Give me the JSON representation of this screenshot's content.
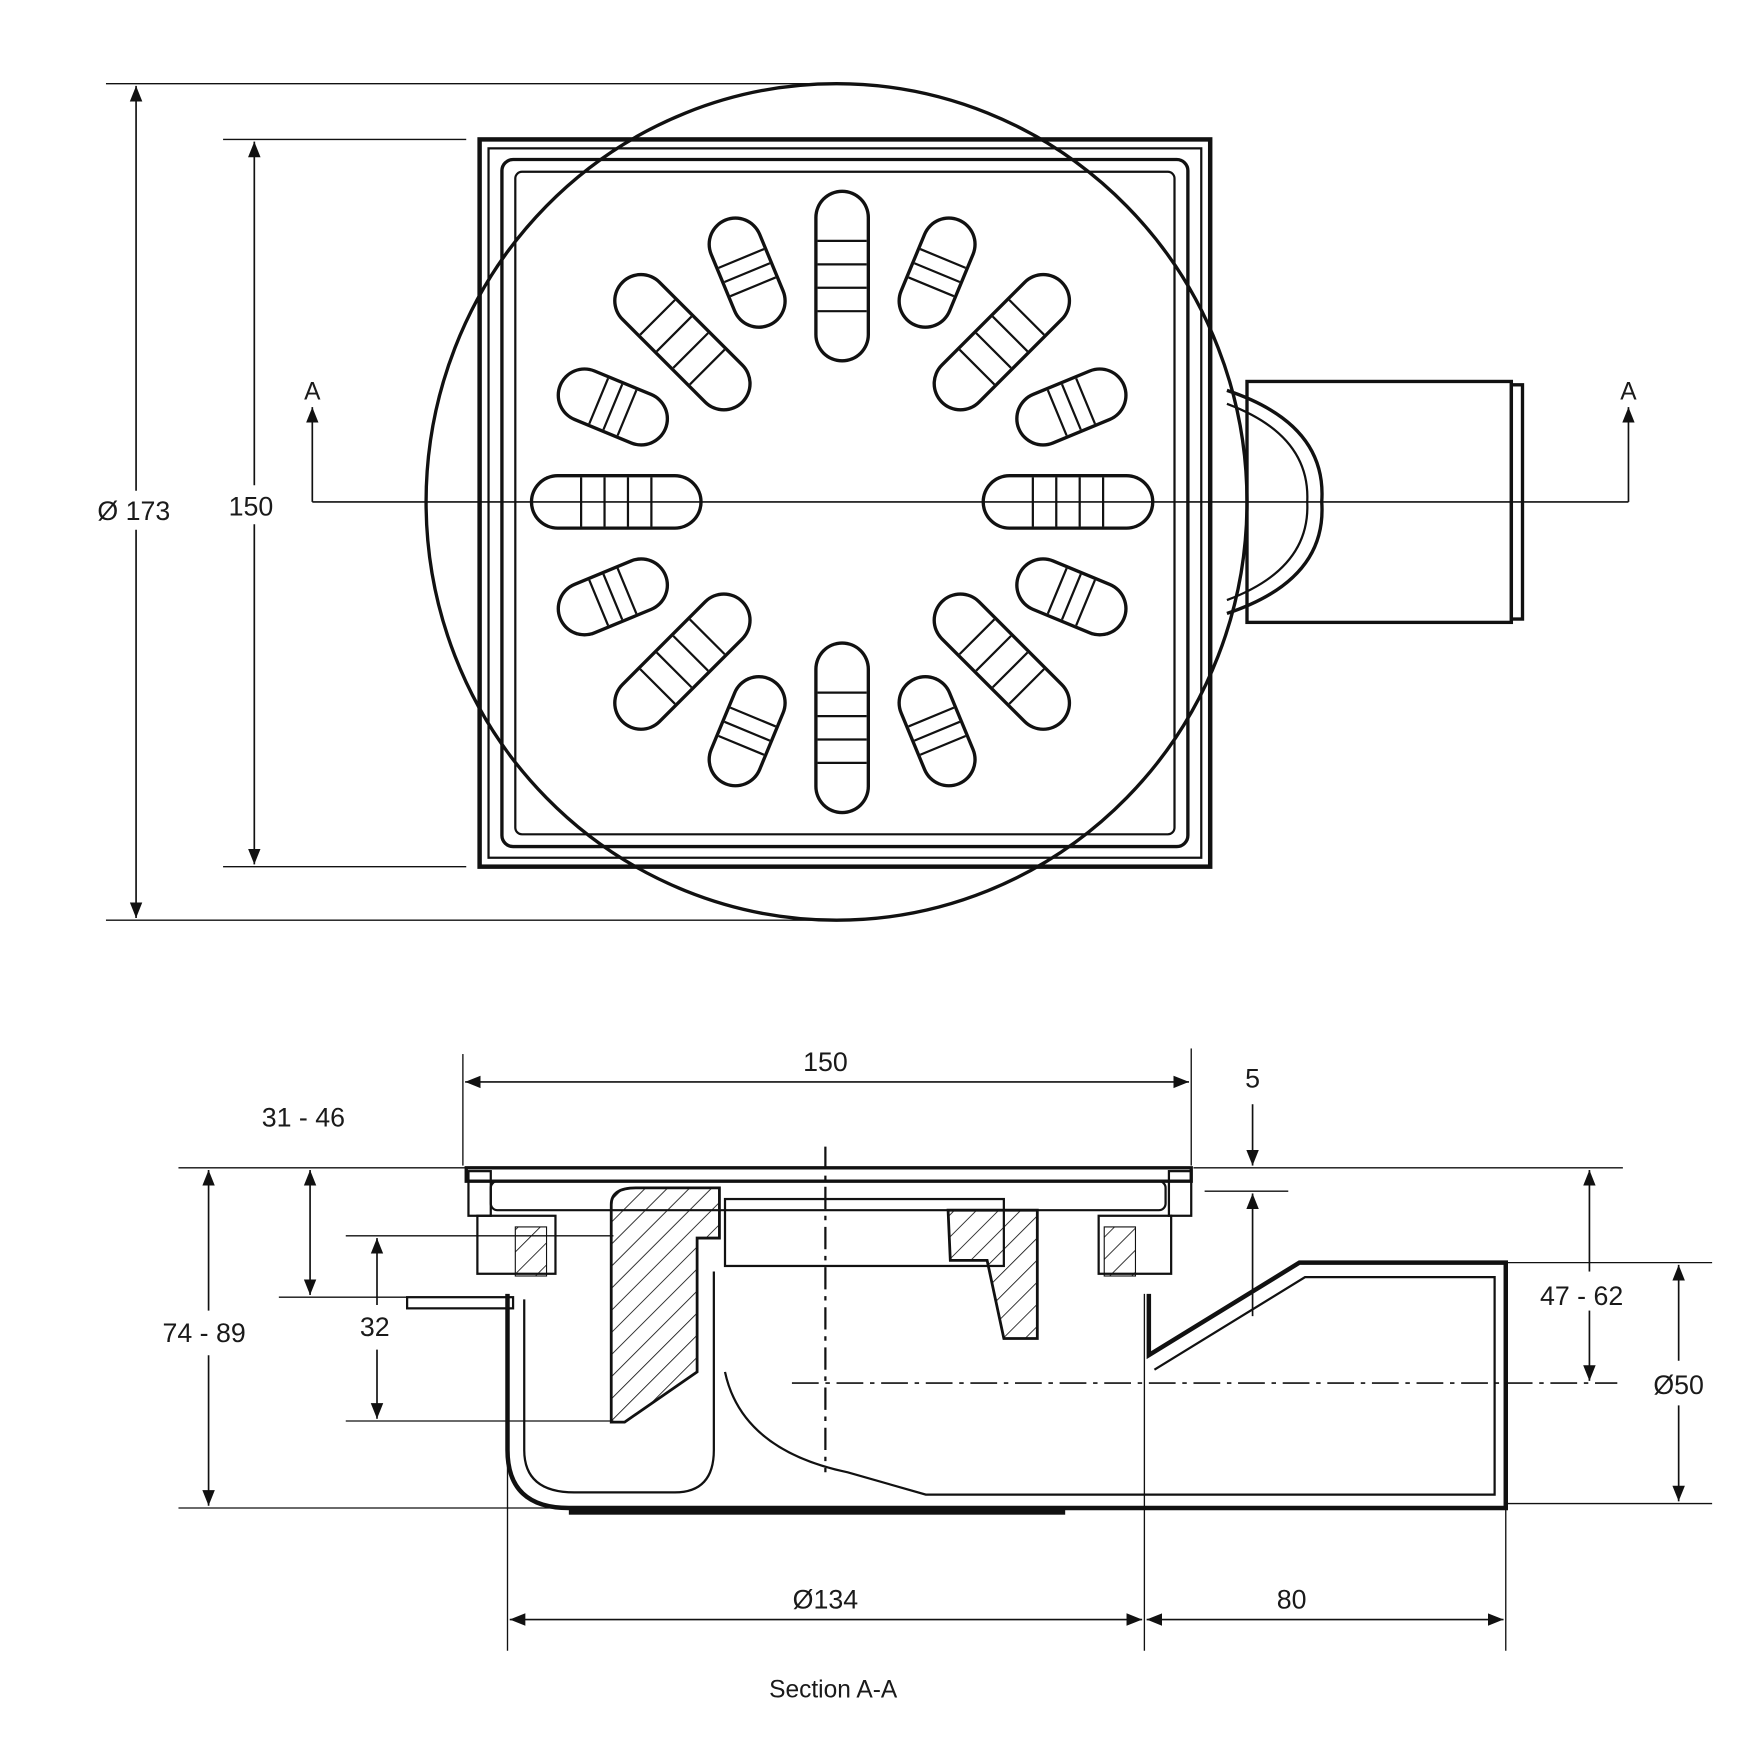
{
  "top_view": {
    "dimensions": {
      "outer_diameter": "Ø 173",
      "grate_height": "150"
    },
    "section_marks": {
      "left": "A",
      "right": "A"
    }
  },
  "section_view": {
    "title": "Section A-A",
    "dimensions": {
      "width": "150",
      "flange": "5",
      "adjust_top": "31 - 46",
      "total_height": "74 - 89",
      "seal_height": "32",
      "outlet_height": "47 - 62",
      "outlet_diameter": "Ø50",
      "body_diameter": "Ø134",
      "outlet_length": "80"
    }
  },
  "colors": {
    "line": "#111111",
    "background": "#ffffff"
  }
}
